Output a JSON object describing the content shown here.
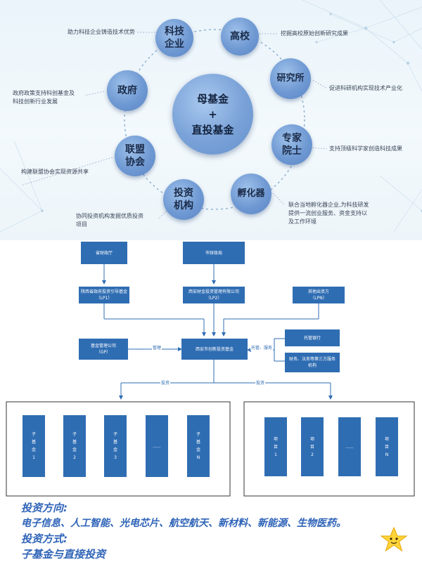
{
  "hub": {
    "center": "母基金\n+\n直投基金",
    "nodes": [
      {
        "label": "科技\n企业",
        "caption": "助力科技企业铸造技术优势"
      },
      {
        "label": "高校",
        "caption": "挖掘高校原始创新研究成果"
      },
      {
        "label": "研究所",
        "caption": "促进科研机构实现技术产业化"
      },
      {
        "label": "专家\n院士",
        "caption": "支持顶级科学家创造科技成果"
      },
      {
        "label": "孵化器",
        "caption": "联合当地孵化器企业,为科技研发\n提供一流创业服务、资金支持以\n及工作环境"
      },
      {
        "label": "投资\n机构",
        "caption": "协同投资机构发掘优质投资\n项目"
      },
      {
        "label": "联盟\n协会",
        "caption": "构建联盟协会实现资源共享"
      },
      {
        "label": "政府",
        "caption": "政府政策支持科创基金及\n科技创新行业发展"
      }
    ]
  },
  "flow": {
    "top_left": "省财政厅",
    "top_mid": "市财政局",
    "lp1": "陕西省政府投资引导基金\n（LP1）",
    "lp2": "西安财金投资管理有限公司\n（LP2）",
    "lpn": "其他出资方\n（LPN）",
    "gp": "基金管理公司\n（GP）",
    "manage_label": "管理",
    "fund": "西安市创新投资基金",
    "custody_label": "托管、服务",
    "bank": "托管银行",
    "service": "财务、法务等第三方服务\n机构",
    "invest_label_left": "投资",
    "invest_label_right": "投资",
    "subfunds": [
      "子\n基\n金\n1",
      "子\n基\n金\n2",
      "子\n基\n金\n3",
      "......",
      "子\n基\n金\nN"
    ],
    "projects": [
      "项\n目\n1",
      "项\n目\n2",
      "......",
      "项\n目\nN"
    ]
  },
  "summary": {
    "direction_title": "投资方向:",
    "direction_text": "电子信息、人工智能、光电芯片、航空航天、新材料、新能源、生物医药。",
    "mode_title": "投资方式:",
    "mode_text": "子基金与直接投资"
  },
  "colors": {
    "accent": "#2f6db3",
    "node": "#6f99d3",
    "text_blue": "#2f64b8"
  }
}
